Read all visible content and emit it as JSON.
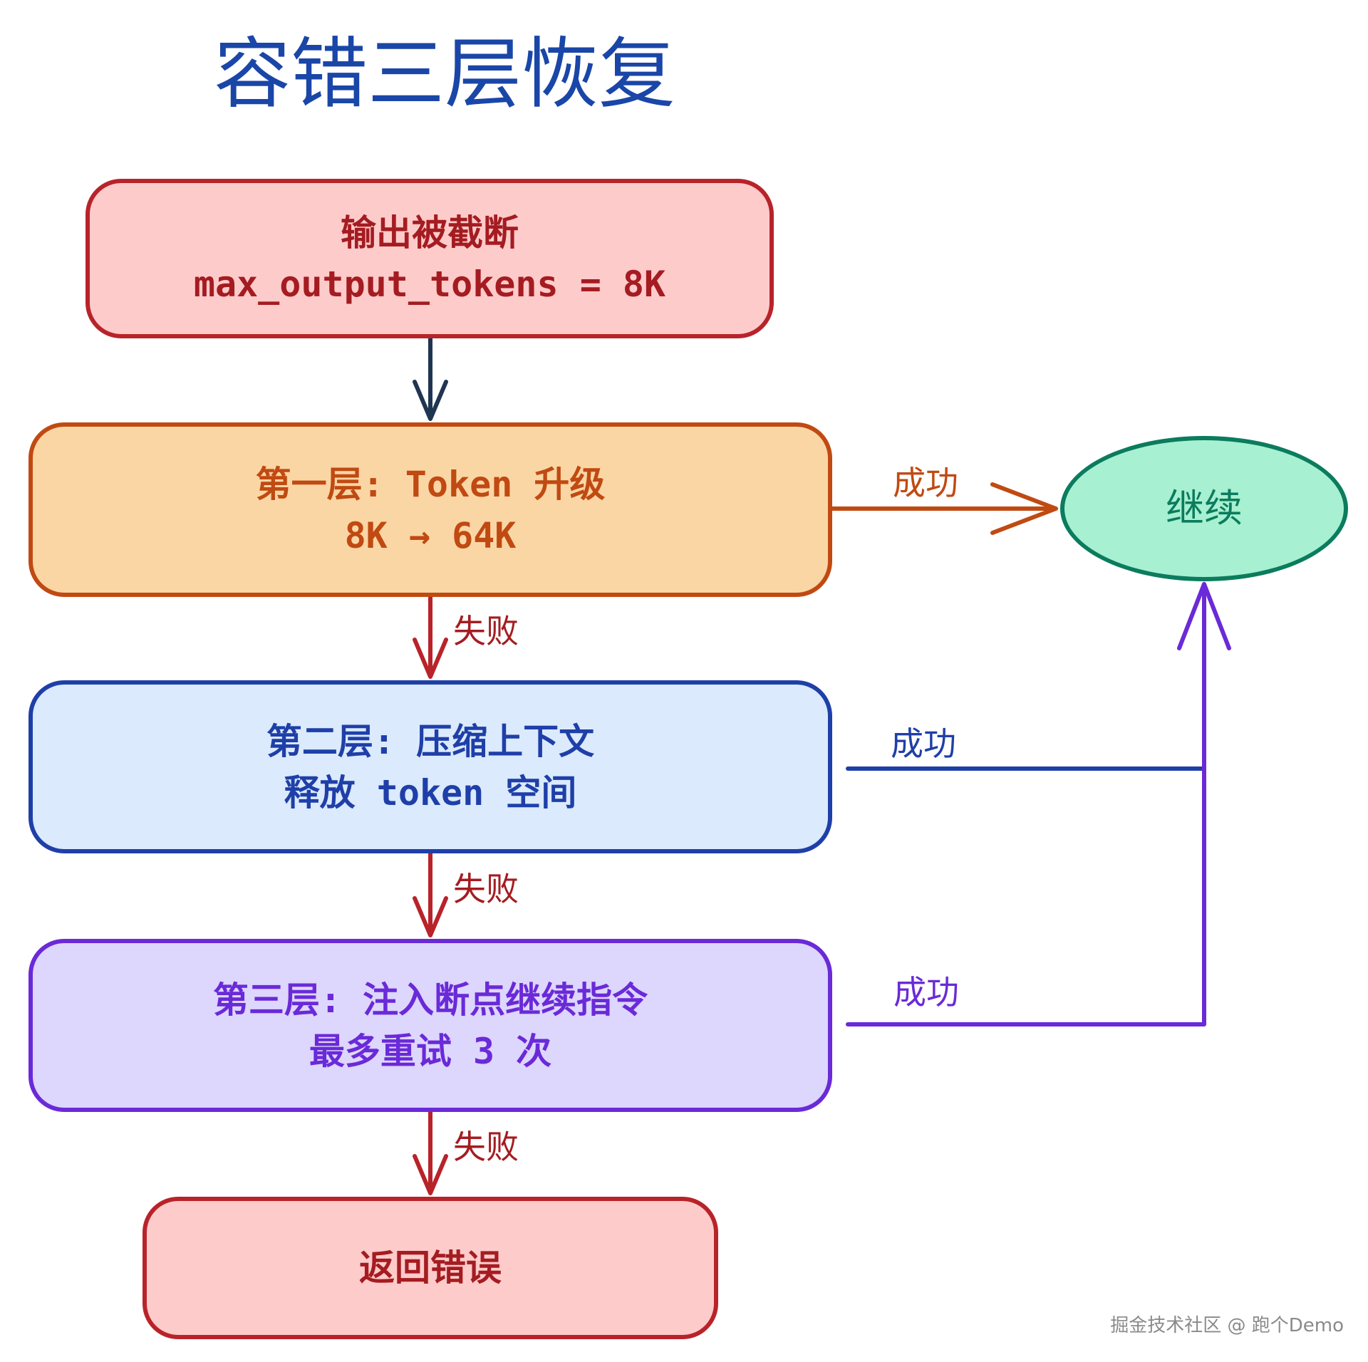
{
  "title": "容错三层恢复",
  "colors": {
    "title": "#1a46a8",
    "red_stroke": "#b8232a",
    "red_fill": "#fecbcb",
    "orange_stroke": "#c04a12",
    "orange_fill": "#fbd6a5",
    "blue_stroke": "#1f3fa8",
    "blue_fill": "#dbeafd",
    "purple_stroke": "#6a2ad8",
    "purple_fill": "#ddd6fd",
    "green_stroke": "#0b7c5d",
    "green_fill": "#a7f0d1",
    "dark_arrow": "#1f3551"
  },
  "nodes": {
    "truncated": {
      "line1": "输出被截断",
      "line2": "max_output_tokens = 8K"
    },
    "layer1": {
      "line1": "第一层: Token 升级",
      "line2": "8K → 64K"
    },
    "layer2": {
      "line1": "第二层: 压缩上下文",
      "line2": "释放 token 空间"
    },
    "layer3": {
      "line1": "第三层: 注入断点继续指令",
      "line2": "最多重试 3 次"
    },
    "error": {
      "label": "返回错误"
    },
    "continue": {
      "label": "继续"
    }
  },
  "edges": {
    "fail_label": "失败",
    "success_label": "成功"
  },
  "watermark": "掘金技术社区 @ 跑个Demo"
}
